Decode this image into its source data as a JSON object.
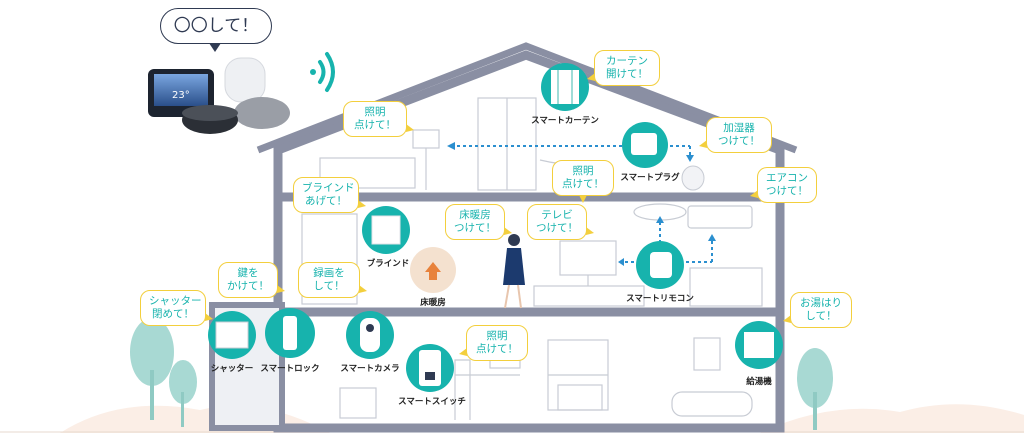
{
  "speech": "〇〇して！",
  "colors": {
    "teal": "#17b3ad",
    "house": "#8a8fa3",
    "bubble_border": "#f3cf3d",
    "line": "#c8ccd4"
  },
  "bubbles": {
    "curtain": [
      "カーテン",
      "開けて！"
    ],
    "light_top": [
      "照明",
      "点けて！"
    ],
    "humidifier": [
      "加湿器",
      "つけて！"
    ],
    "light_mid": [
      "照明",
      "点けて！"
    ],
    "aircon": [
      "エアコン",
      "つけて！"
    ],
    "blind": [
      "ブラインド",
      "あげて！"
    ],
    "floor_heat": [
      "床暖房",
      "つけて！"
    ],
    "tv": [
      "テレビ",
      "つけて！"
    ],
    "lock": [
      "鍵を",
      "かけて！"
    ],
    "record": [
      "録画を",
      "して！"
    ],
    "shutter": [
      "シャッター",
      "閉めて！"
    ],
    "hot_water": [
      "お湯はり",
      "して！"
    ],
    "light_switch": [
      "照明",
      "点けて！"
    ]
  },
  "devices": {
    "curtain": "スマートカーテン",
    "plug": "スマートプラグ",
    "blind": "ブラインド",
    "floor_heat": "床暖房",
    "remote": "スマートリモコン",
    "shutter": "シャッター",
    "lock": "スマートロック",
    "camera": "スマートカメラ",
    "switch": "スマートスイッチ",
    "water_heater": "給湯機"
  },
  "icons": {
    "speakers": "smart-speakers-icon",
    "wifi": "wifi-icon",
    "woman": "woman-silhouette-icon"
  },
  "display_temp": "23°"
}
